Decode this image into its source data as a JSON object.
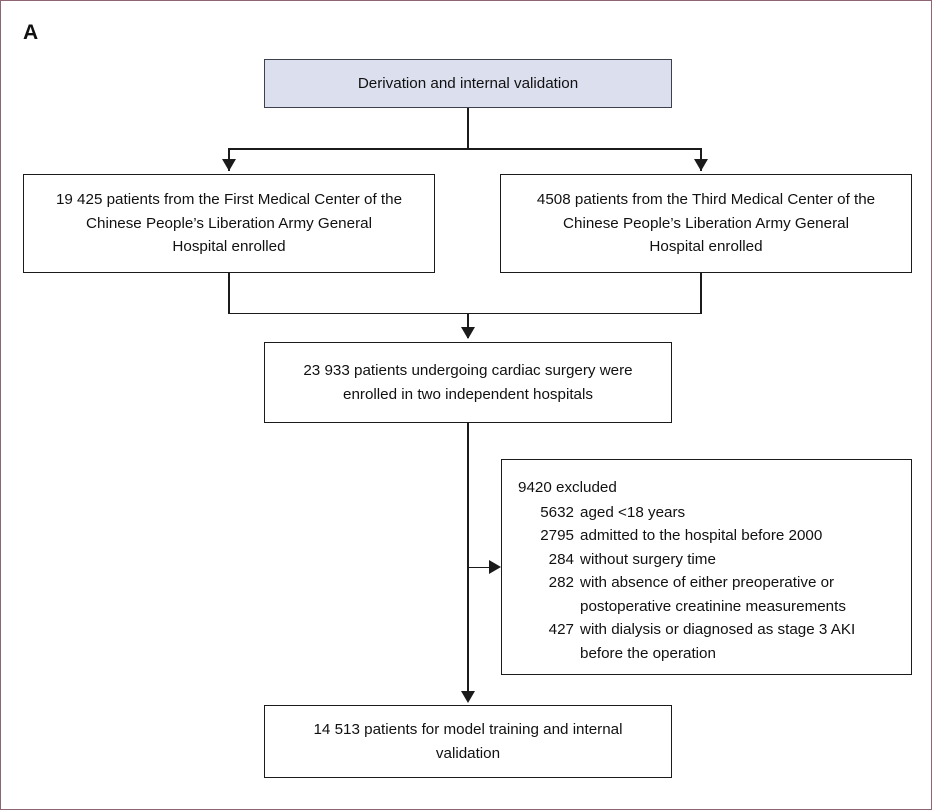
{
  "figure": {
    "panel_label": "A",
    "border_color": "#8d6575",
    "box_border_color": "#1b1b1b",
    "header_fill_color": "#dcdfee",
    "header_border_color": "#3c414d",
    "text_color": "#111111"
  },
  "nodes": {
    "header": {
      "text": "Derivation and internal validation"
    },
    "site_first": {
      "text": "19 425 patients from the First Medical Center of the\nChinese People’s Liberation Army General\nHospital enrolled"
    },
    "site_third": {
      "text": "4508 patients from the Third Medical Center of the\nChinese People’s Liberation Army General\nHospital enrolled"
    },
    "combined": {
      "text": "23 933 patients undergoing cardiac surgery were\nenrolled in two independent hospitals"
    },
    "final": {
      "text": "14 513 patients for model training and internal\nvalidation"
    }
  },
  "exclusions": {
    "title": "9420 excluded",
    "items": [
      {
        "count": "5632",
        "reason": "aged <18 years"
      },
      {
        "count": "2795",
        "reason": "admitted to the hospital before 2000"
      },
      {
        "count": "284",
        "reason": "without surgery time"
      },
      {
        "count": "282",
        "reason": "with absence of either preoperative or postoperative creatinine measurements"
      },
      {
        "count": "427",
        "reason": "with dialysis or diagnosed as stage 3 AKI before the operation"
      }
    ]
  }
}
